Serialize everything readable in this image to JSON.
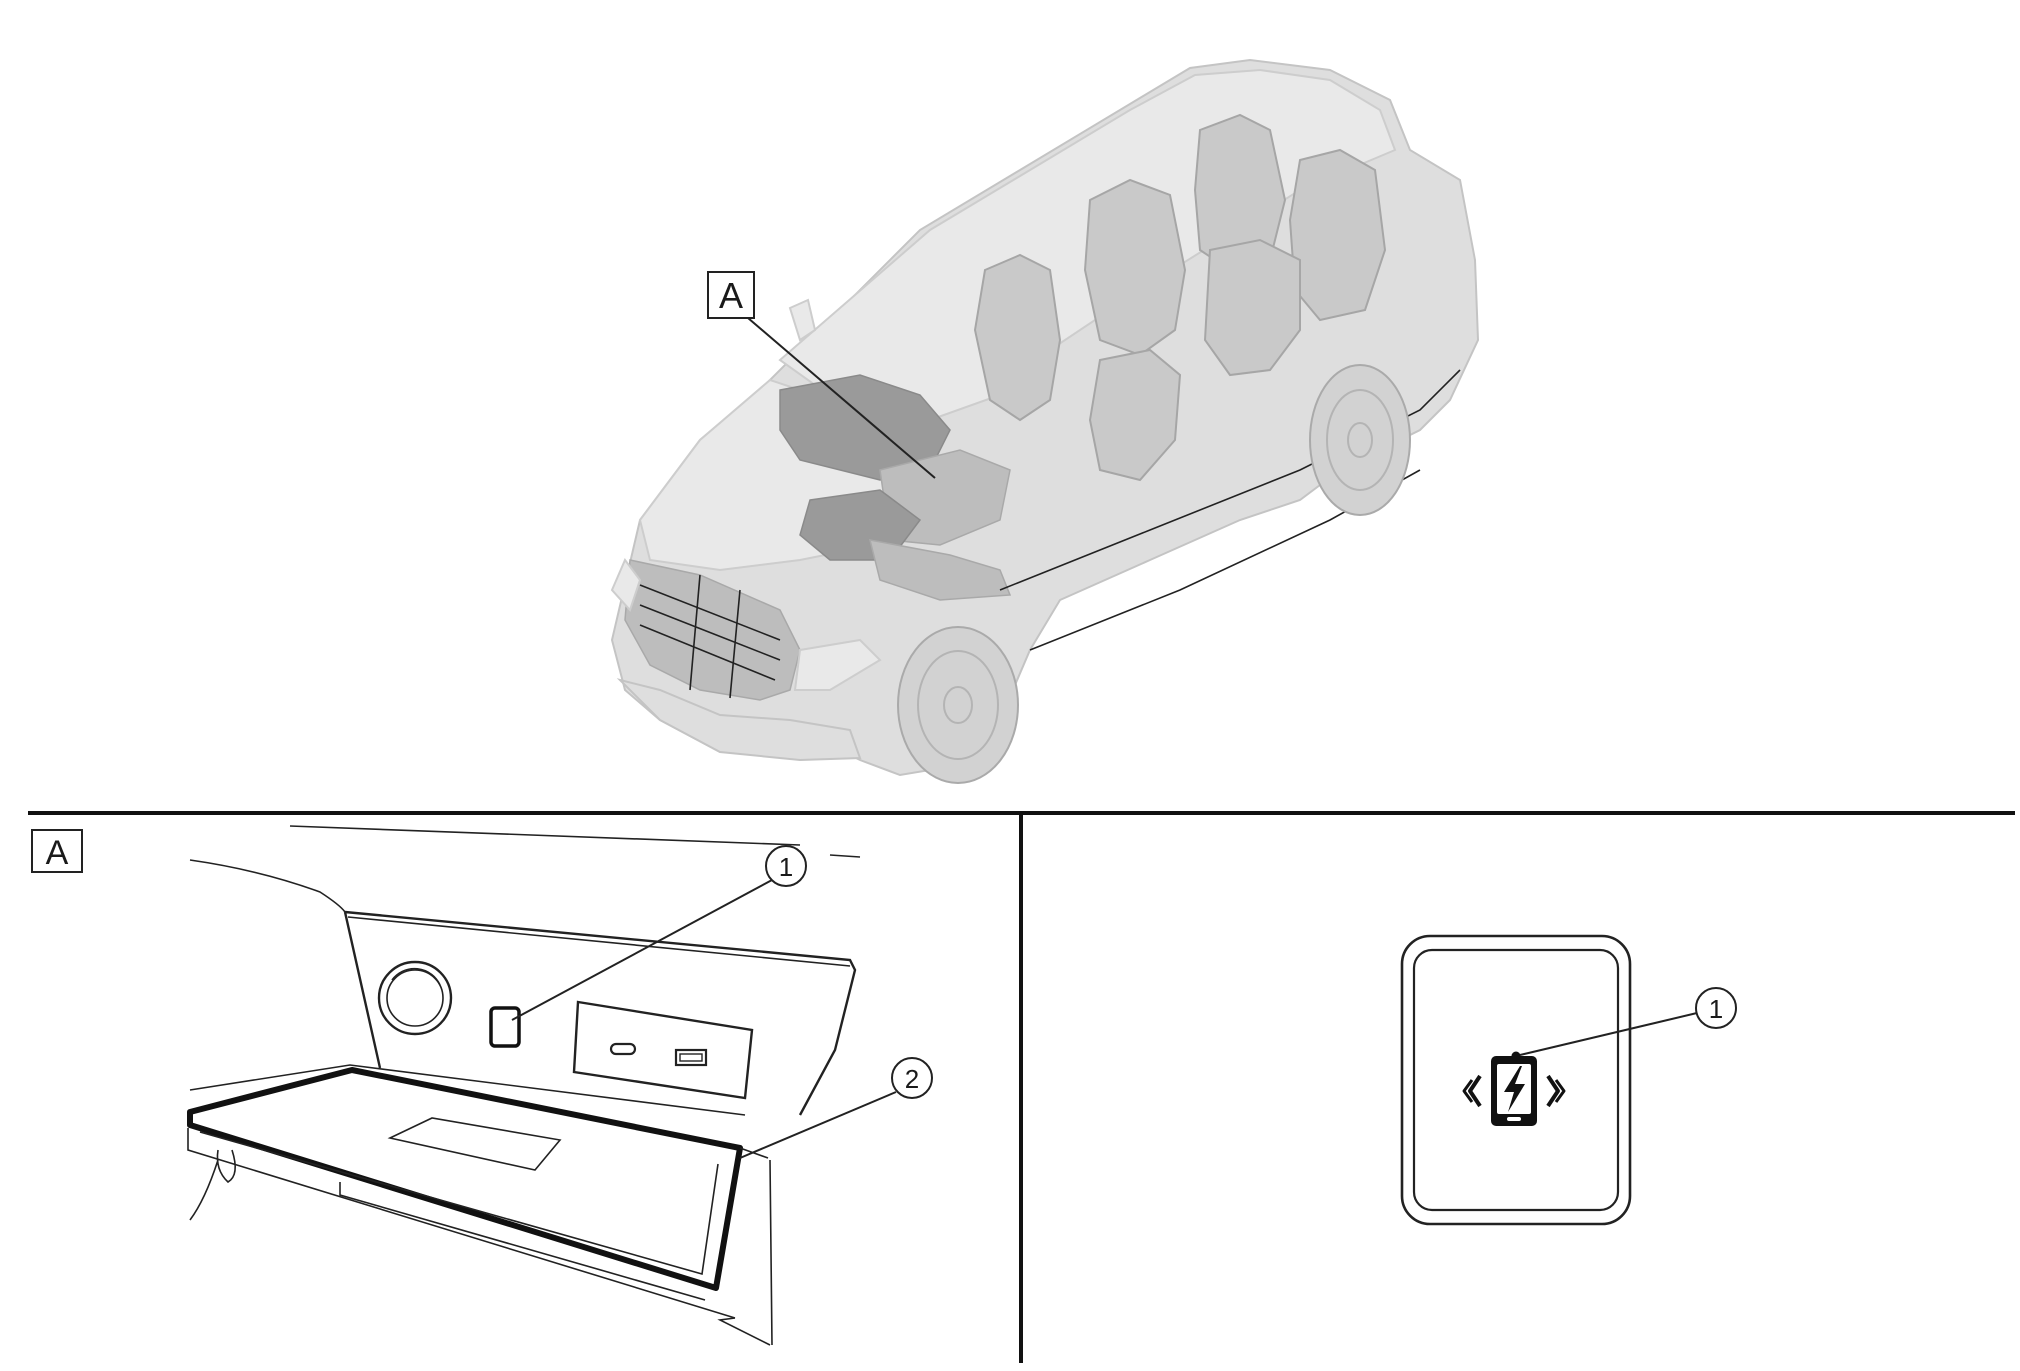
{
  "overview": {
    "callout_tag": "A"
  },
  "detail_a": {
    "tag": "A",
    "callouts": [
      "1",
      "2"
    ]
  },
  "detail_switch": {
    "callouts": [
      "1"
    ],
    "icon": "wireless-charging-phone-icon"
  }
}
